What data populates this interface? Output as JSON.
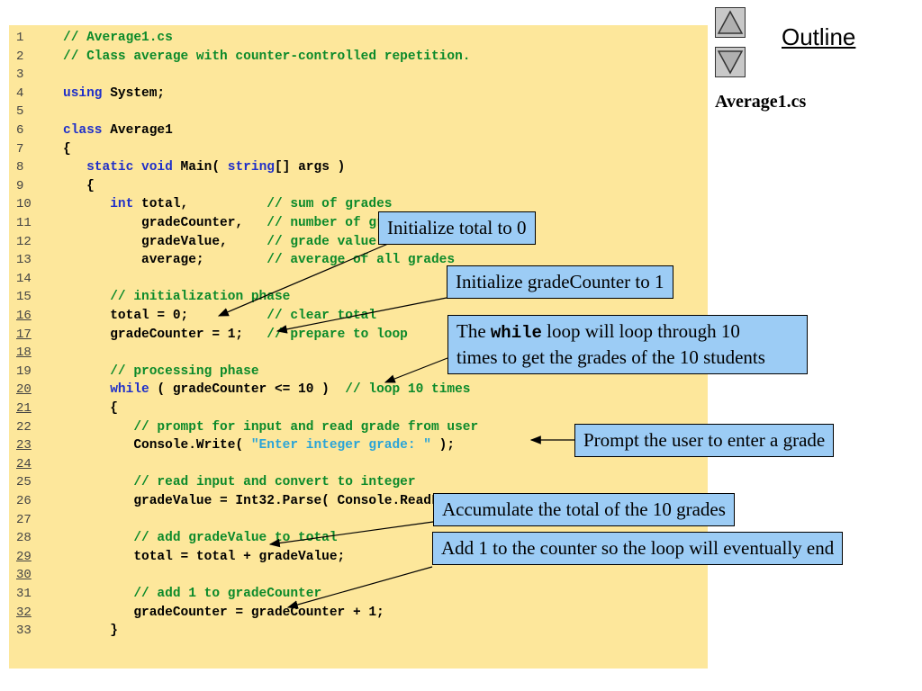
{
  "sidebar": {
    "outline_label": "Outline",
    "file_name": "Average1.cs",
    "up_icon": "triangle-up-icon",
    "down_icon": "triangle-down-icon"
  },
  "code": {
    "lines": [
      {
        "n": "1",
        "tokens": [
          {
            "t": "// Average1.cs",
            "c": "cm"
          }
        ]
      },
      {
        "n": "2",
        "tokens": [
          {
            "t": "// Class average with counter-controlled repetition.",
            "c": "cm"
          }
        ]
      },
      {
        "n": "3",
        "tokens": []
      },
      {
        "n": "4",
        "tokens": [
          {
            "t": "using",
            "c": "kw"
          },
          {
            "t": " System;"
          }
        ]
      },
      {
        "n": "5",
        "tokens": []
      },
      {
        "n": "6",
        "tokens": [
          {
            "t": "class",
            "c": "kw"
          },
          {
            "t": " Average1"
          }
        ]
      },
      {
        "n": "7",
        "tokens": [
          {
            "t": "{"
          }
        ]
      },
      {
        "n": "8",
        "tokens": [
          {
            "t": "   "
          },
          {
            "t": "static",
            "c": "kw"
          },
          {
            "t": " "
          },
          {
            "t": "void",
            "c": "kw"
          },
          {
            "t": " Main( "
          },
          {
            "t": "string",
            "c": "kw"
          },
          {
            "t": "[] args )"
          }
        ]
      },
      {
        "n": "9",
        "tokens": [
          {
            "t": "   {"
          }
        ]
      },
      {
        "n": "10",
        "tokens": [
          {
            "t": "      "
          },
          {
            "t": "int",
            "c": "kw"
          },
          {
            "t": " total,          "
          },
          {
            "t": "// sum of grades",
            "c": "cm"
          }
        ]
      },
      {
        "n": "11",
        "tokens": [
          {
            "t": "          gradeCounter,   "
          },
          {
            "t": "// number of grades entered",
            "c": "cm"
          }
        ]
      },
      {
        "n": "12",
        "tokens": [
          {
            "t": "          gradeValue,     "
          },
          {
            "t": "// grade value",
            "c": "cm"
          }
        ]
      },
      {
        "n": "13",
        "tokens": [
          {
            "t": "          average;        "
          },
          {
            "t": "// average of all grades",
            "c": "cm"
          }
        ]
      },
      {
        "n": "14",
        "tokens": []
      },
      {
        "n": "15",
        "tokens": [
          {
            "t": "      "
          },
          {
            "t": "// initialization phase",
            "c": "cm"
          }
        ]
      },
      {
        "n": "16",
        "ul": true,
        "tokens": [
          {
            "t": "      total = 0;          "
          },
          {
            "t": "// clear total",
            "c": "cm"
          }
        ]
      },
      {
        "n": "17",
        "ul": true,
        "tokens": [
          {
            "t": "      gradeCounter = 1;   "
          },
          {
            "t": "// prepare to loop",
            "c": "cm"
          }
        ]
      },
      {
        "n": "18",
        "ul": true,
        "tokens": []
      },
      {
        "n": "19",
        "tokens": [
          {
            "t": "      "
          },
          {
            "t": "// processing phase",
            "c": "cm"
          }
        ]
      },
      {
        "n": "20",
        "ul": true,
        "tokens": [
          {
            "t": "      "
          },
          {
            "t": "while",
            "c": "kw"
          },
          {
            "t": " ( gradeCounter <= 10 )  "
          },
          {
            "t": "// loop 10 times",
            "c": "cm"
          }
        ]
      },
      {
        "n": "21",
        "ul": true,
        "tokens": [
          {
            "t": "      {"
          }
        ]
      },
      {
        "n": "22",
        "tokens": [
          {
            "t": "         "
          },
          {
            "t": "// prompt for input and read grade from user",
            "c": "cm"
          }
        ]
      },
      {
        "n": "23",
        "ul": true,
        "tokens": [
          {
            "t": "         Console.Write( "
          },
          {
            "t": "\"Enter integer grade: \"",
            "c": "st"
          },
          {
            "t": " );"
          }
        ]
      },
      {
        "n": "24",
        "ul": true,
        "tokens": []
      },
      {
        "n": "25",
        "tokens": [
          {
            "t": "         "
          },
          {
            "t": "// read input and convert to integer",
            "c": "cm"
          }
        ]
      },
      {
        "n": "26",
        "tokens": [
          {
            "t": "         gradeValue = Int32.Parse( Console.ReadLine() );"
          }
        ]
      },
      {
        "n": "27",
        "tokens": []
      },
      {
        "n": "28",
        "tokens": [
          {
            "t": "         "
          },
          {
            "t": "// add gradeValue to total",
            "c": "cm"
          }
        ]
      },
      {
        "n": "29",
        "ul": true,
        "tokens": [
          {
            "t": "         total = total + gradeValue;"
          }
        ]
      },
      {
        "n": "30",
        "ul": true,
        "tokens": []
      },
      {
        "n": "31",
        "tokens": [
          {
            "t": "         "
          },
          {
            "t": "// add 1 to gradeCounter",
            "c": "cm"
          }
        ]
      },
      {
        "n": "32",
        "ul": true,
        "tokens": [
          {
            "t": "         gradeCounter = gradeCounter + 1;"
          }
        ]
      },
      {
        "n": "33",
        "tokens": [
          {
            "t": "      }"
          }
        ]
      }
    ]
  },
  "callouts": {
    "init_total": "Initialize total to 0",
    "init_counter": "Initialize gradeCounter to 1",
    "while_pre": "The ",
    "while_kw": "while",
    "while_post": " loop will loop through 10",
    "while_line2": "times to get the grades of the 10 students",
    "prompt": "Prompt the user to enter a grade",
    "accumulate": "Accumulate the total of the 10 grades",
    "increment": "Add 1 to the counter so the loop will eventually end"
  }
}
